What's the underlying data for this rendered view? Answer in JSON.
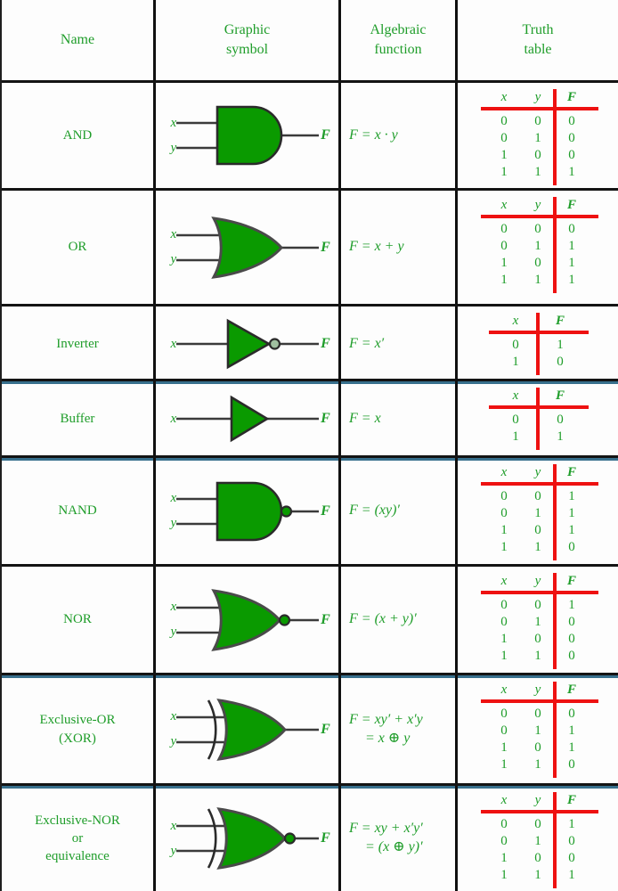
{
  "colors": {
    "text_green": "#1f9d2a",
    "gate_green": "#0a9a00",
    "red_line": "#ee1111",
    "grid_border": "#141414",
    "steel_line": "#38708d",
    "wire": "#3b3b3b"
  },
  "header": {
    "name": "Name",
    "symbol": "Graphic\nsymbol",
    "function": "Algebraic\nfunction",
    "truth": "Truth\ntable"
  },
  "rows": [
    {
      "name": "AND",
      "gate": "and",
      "inputs": [
        "x",
        "y"
      ],
      "output": "F",
      "function": [
        "F = x · y"
      ],
      "truth": {
        "headers": [
          "x",
          "y",
          "F"
        ],
        "rows": [
          [
            "0",
            "0",
            "0"
          ],
          [
            "0",
            "1",
            "0"
          ],
          [
            "1",
            "0",
            "0"
          ],
          [
            "1",
            "1",
            "1"
          ]
        ]
      }
    },
    {
      "name": "OR",
      "gate": "or",
      "inputs": [
        "x",
        "y"
      ],
      "output": "F",
      "function": [
        "F = x + y"
      ],
      "truth": {
        "headers": [
          "x",
          "y",
          "F"
        ],
        "rows": [
          [
            "0",
            "0",
            "0"
          ],
          [
            "0",
            "1",
            "1"
          ],
          [
            "1",
            "0",
            "1"
          ],
          [
            "1",
            "1",
            "1"
          ]
        ]
      }
    },
    {
      "name": "Inverter",
      "gate": "inverter",
      "inputs": [
        "x"
      ],
      "output": "F",
      "function": [
        "F = x′"
      ],
      "truth": {
        "headers": [
          "x",
          "F"
        ],
        "rows": [
          [
            "0",
            "1"
          ],
          [
            "1",
            "0"
          ]
        ]
      }
    },
    {
      "name": "Buffer",
      "gate": "buffer",
      "inputs": [
        "x"
      ],
      "output": "F",
      "function": [
        "F = x"
      ],
      "truth": {
        "headers": [
          "x",
          "F"
        ],
        "rows": [
          [
            "0",
            "0"
          ],
          [
            "1",
            "1"
          ]
        ]
      }
    },
    {
      "name": "NAND",
      "gate": "nand",
      "inputs": [
        "x",
        "y"
      ],
      "output": "F",
      "function": [
        "F = (xy)′"
      ],
      "truth": {
        "headers": [
          "x",
          "y",
          "F"
        ],
        "rows": [
          [
            "0",
            "0",
            "1"
          ],
          [
            "0",
            "1",
            "1"
          ],
          [
            "1",
            "0",
            "1"
          ],
          [
            "1",
            "1",
            "0"
          ]
        ]
      }
    },
    {
      "name": "NOR",
      "gate": "nor",
      "inputs": [
        "x",
        "y"
      ],
      "output": "F",
      "function": [
        "F = (x + y)′"
      ],
      "truth": {
        "headers": [
          "x",
          "y",
          "F"
        ],
        "rows": [
          [
            "0",
            "0",
            "1"
          ],
          [
            "0",
            "1",
            "0"
          ],
          [
            "1",
            "0",
            "0"
          ],
          [
            "1",
            "1",
            "0"
          ]
        ]
      }
    },
    {
      "name": "Exclusive-OR\n(XOR)",
      "gate": "xor",
      "inputs": [
        "x",
        "y"
      ],
      "output": "F",
      "function": [
        "F = xy′ + x′y",
        "= x ⊕ y"
      ],
      "truth": {
        "headers": [
          "x",
          "y",
          "F"
        ],
        "rows": [
          [
            "0",
            "0",
            "0"
          ],
          [
            "0",
            "1",
            "1"
          ],
          [
            "1",
            "0",
            "1"
          ],
          [
            "1",
            "1",
            "0"
          ]
        ]
      }
    },
    {
      "name": "Exclusive-NOR\nor\nequivalence",
      "gate": "xnor",
      "inputs": [
        "x",
        "y"
      ],
      "output": "F",
      "function": [
        "F = xy + x′y′",
        "= (x ⊕ y)′"
      ],
      "truth": {
        "headers": [
          "x",
          "y",
          "F"
        ],
        "rows": [
          [
            "0",
            "0",
            "1"
          ],
          [
            "0",
            "1",
            "0"
          ],
          [
            "1",
            "0",
            "0"
          ],
          [
            "1",
            "1",
            "1"
          ]
        ]
      }
    }
  ]
}
